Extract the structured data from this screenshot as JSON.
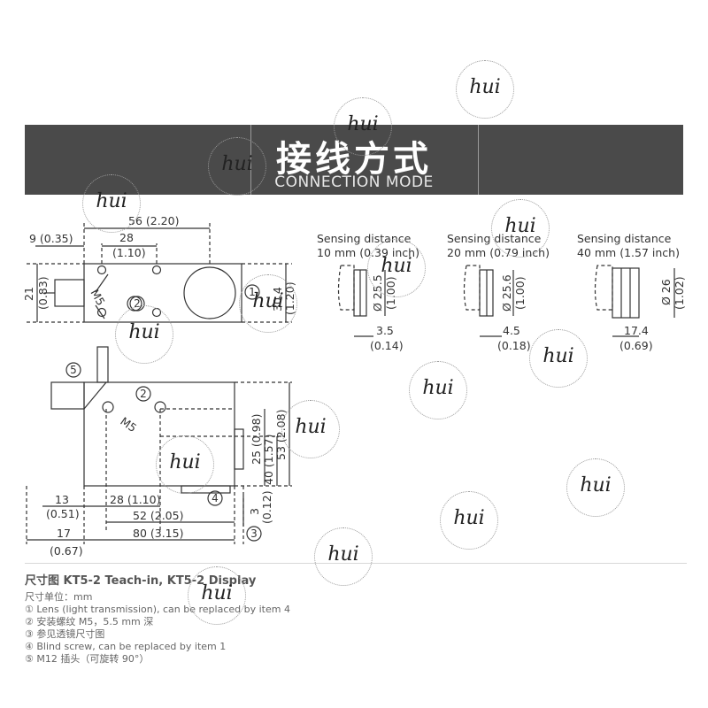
{
  "header": {
    "title_cn": "接线方式",
    "title_en": "CONNECTION MODE"
  },
  "top_view": {
    "dim_56": "56 (2.20)",
    "dim_9": "9 (0.35)",
    "dim_28": "28",
    "dim_28_inch": "(1.10)",
    "dim_21": "21",
    "dim_21_inch": "(0.83)",
    "dim_30_4": "30.4",
    "dim_30_4_inch": "(1.20)",
    "label_m5": "M5",
    "marker_1": "1",
    "marker_2": "2"
  },
  "front_view": {
    "marker_5": "5",
    "marker_2": "2",
    "marker_3": "3",
    "marker_4": "4",
    "label_m5": "M5",
    "dim_25": "25 (0.98)",
    "dim_40": "40 (1.57)",
    "dim_53": "53 (2.08)",
    "dim_13": "13",
    "dim_13_inch": "(0.51)",
    "dim_28": "28 (1.10)",
    "dim_52": "52 (2.05)",
    "dim_17": "17",
    "dim_17_inch": "(0.67)",
    "dim_80": "80 (3.15)",
    "dim_3": "3",
    "dim_3_inch": "(0.12)"
  },
  "lens_views": [
    {
      "title_line1": "Sensing distance",
      "title_line2": "10 mm (0.39 inch)",
      "dia": "Ø 25.5",
      "dia_inch": "(1.00)",
      "depth": "3.5",
      "depth_inch": "(0.14)"
    },
    {
      "title_line1": "Sensing distance",
      "title_line2": "20 mm (0.79 inch)",
      "dia": "Ø 25.6",
      "dia_inch": "(1.00)",
      "depth": "4.5",
      "depth_inch": "(0.18)"
    },
    {
      "title_line1": "Sensing distance",
      "title_line2": "40 mm (1.57 inch)",
      "dia": "Ø 26",
      "dia_inch": "(1.02)",
      "depth": "17.4",
      "depth_inch": "(0.69)"
    }
  ],
  "caption": {
    "title": "尺寸图 KT5-2 Teach-in, KT5-2 Display",
    "unit": "尺寸单位：mm",
    "notes": [
      "① Lens (light transmission), can be replaced by item 4",
      "② 安装螺纹 M5，5.5 mm 深",
      "③ 参见透镜尺寸图",
      "④ Blind screw, can be replaced by item 1",
      "⑤ M12 插头（可旋转 90°）"
    ]
  },
  "watermark": {
    "text": "hui"
  }
}
